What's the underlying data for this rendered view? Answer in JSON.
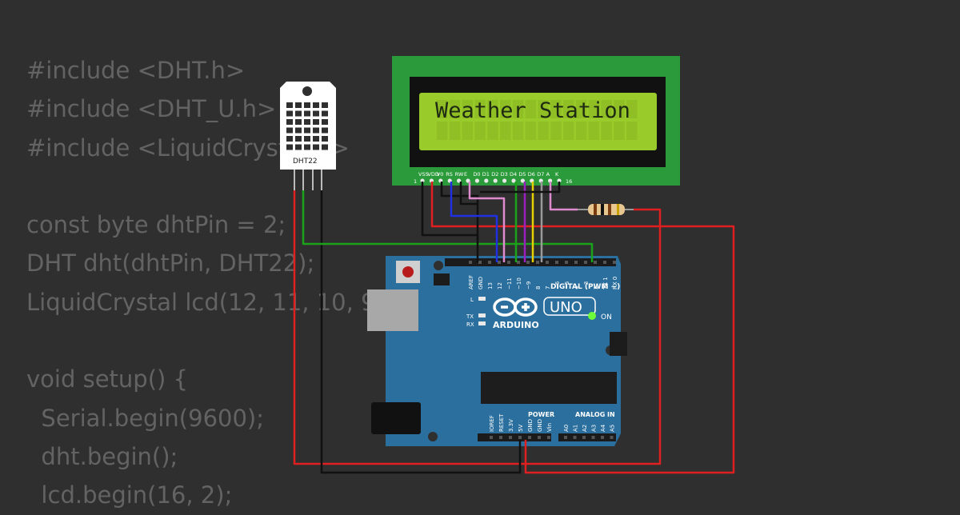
{
  "code": {
    "lines": [
      "#include <DHT.h>",
      "#include <DHT_U.h>",
      "#include <LiquidCrystal.h>",
      "",
      "const byte dhtPin = 2;",
      "DHT dht(dhtPin, DHT22);",
      "LiquidCrystal lcd(12, 11, 10, 9",
      "",
      "void setup() {",
      "  Serial.begin(9600);",
      "  dht.begin();",
      "  lcd.begin(16, 2);"
    ]
  },
  "lcd": {
    "display_text": "Weather Station",
    "pin_labels": [
      "VSS",
      "VDD",
      "V0",
      "RS",
      "RW",
      "E",
      "D0",
      "D1",
      "D2",
      "D3",
      "D4",
      "D5",
      "D6",
      "D7",
      "A",
      "K"
    ],
    "pin_first": "1",
    "pin_last": "16",
    "colors": {
      "frame": "#2a9a3a",
      "screen": "#99cc2a"
    }
  },
  "sensor": {
    "label": "DHT22"
  },
  "board": {
    "logo": "ARDUINO",
    "model": "UNO",
    "on_label": "ON",
    "digital_header": "DIGITAL (PWM ~)",
    "analog_header": "ANALOG IN",
    "power_header": "POWER",
    "l_label": "L",
    "tx_label": "TX",
    "rx_label": "RX",
    "digital_pins": [
      "AREF",
      "GND",
      "13",
      "12",
      "~11",
      "~10",
      "~9",
      "8",
      "7",
      "~6",
      "~5",
      "4",
      "~3",
      "2",
      "TX 1",
      "RX 0"
    ],
    "power_pins": [
      "IOREF",
      "RESET",
      "3.3V",
      "5V",
      "GND",
      "GND",
      "Vin"
    ],
    "analog_pins": [
      "A0",
      "A1",
      "A2",
      "A3",
      "A4",
      "A5"
    ],
    "colors": {
      "board": "#2a6f9e"
    }
  },
  "wire_colors": {
    "red": "#e02020",
    "black": "#111111",
    "green": "#1aa31a",
    "blue": "#2030e0",
    "purple": "#9a20c0",
    "yellow": "#e6d000",
    "pink": "#e08ad0",
    "gray": "#9a9a9a"
  }
}
